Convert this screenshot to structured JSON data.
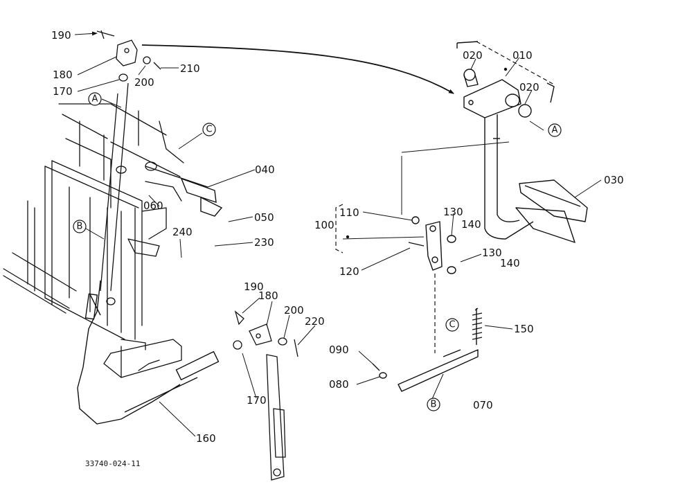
{
  "figure": {
    "code": "33740-024-11",
    "ink_color": "#111111",
    "background_color": "#ffffff"
  },
  "labels": {
    "p010": "010",
    "p020a": "020",
    "p020b": "020",
    "p030": "030",
    "p040": "040",
    "p050": "050",
    "p060": "060",
    "p070": "070",
    "p080": "080",
    "p090": "090",
    "p100": "100",
    "p110": "110",
    "p120": "120",
    "p130a": "130",
    "p130b": "130",
    "p140a": "140",
    "p140b": "140",
    "p150": "150",
    "p160": "160",
    "p170a": "170",
    "p170b": "170",
    "p180a": "180",
    "p180b": "180",
    "p190a": "190",
    "p190b": "190",
    "p200a": "200",
    "p200b": "200",
    "p210": "210",
    "p220": "220",
    "p230": "230",
    "p240": "240"
  },
  "refs": {
    "a_left": "A",
    "a_right": "A",
    "b_left": "B",
    "b_right": "B",
    "c_left": "C",
    "c_right": "C"
  }
}
